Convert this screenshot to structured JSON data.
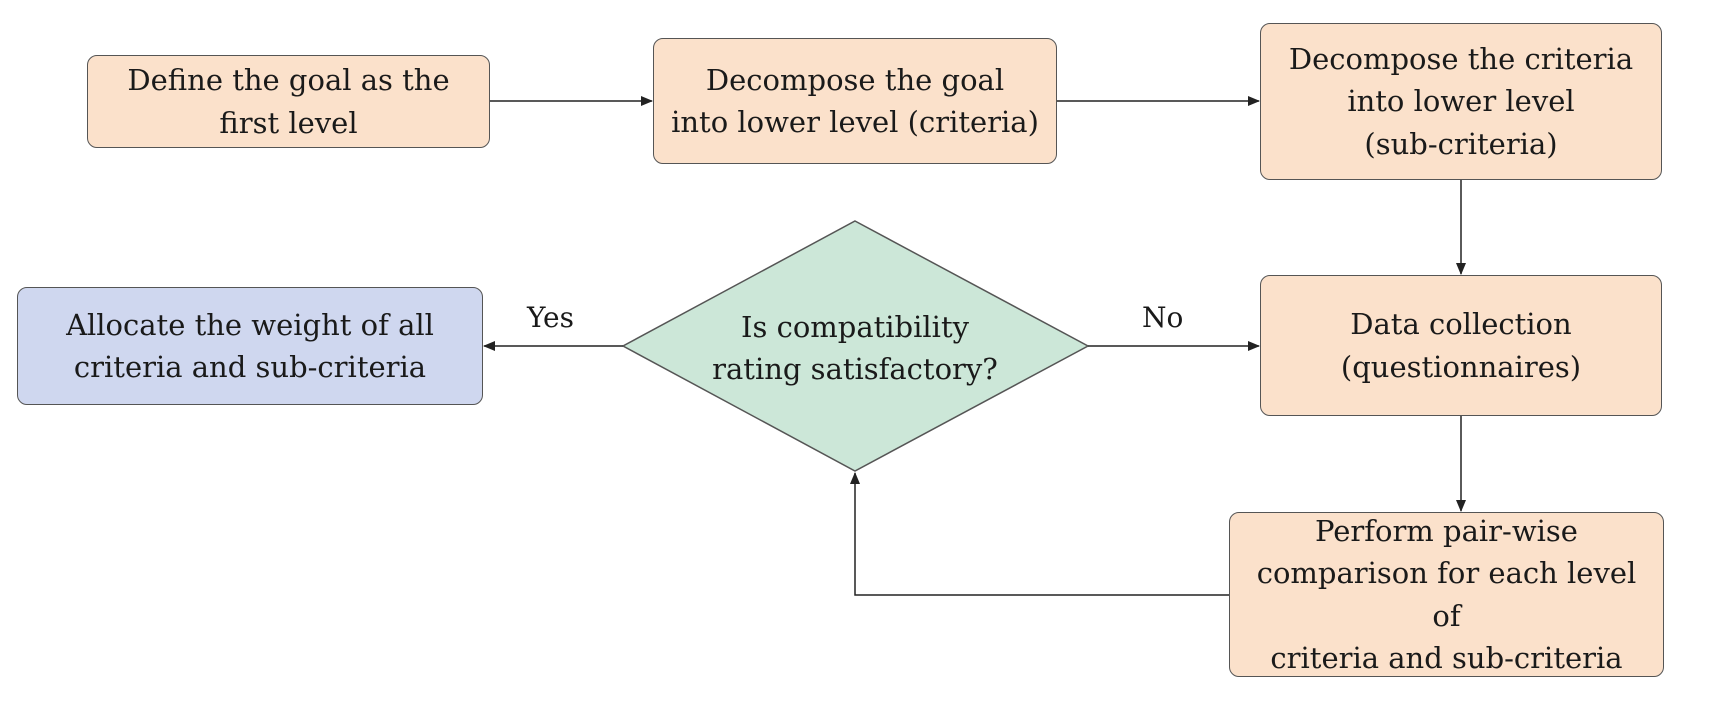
{
  "colors": {
    "process_fill": "#fbe1cb",
    "decision_fill": "#cce7d8",
    "result_fill": "#cfd7ef",
    "stroke": "#555555",
    "arrow": "#222222"
  },
  "nodes": {
    "define_goal": {
      "lines": [
        "Define the goal as the",
        "first level"
      ]
    },
    "decompose_goal": {
      "lines": [
        "Decompose the goal",
        "into lower level (criteria)"
      ]
    },
    "decompose_criteria": {
      "lines": [
        "Decompose the criteria",
        "into lower level",
        "(sub-criteria)"
      ]
    },
    "data_collection": {
      "lines": [
        "Data collection",
        "(questionnaires)"
      ]
    },
    "pairwise": {
      "lines": [
        "Perform pair-wise",
        "comparison for each level of",
        "criteria and sub-criteria"
      ]
    },
    "decision": {
      "lines": [
        "Is compatibility",
        "rating satisfactory?"
      ]
    },
    "allocate": {
      "lines": [
        "Allocate the weight of all",
        "criteria and sub-criteria"
      ]
    }
  },
  "edges": {
    "yes_label": "Yes",
    "no_label": "No"
  }
}
